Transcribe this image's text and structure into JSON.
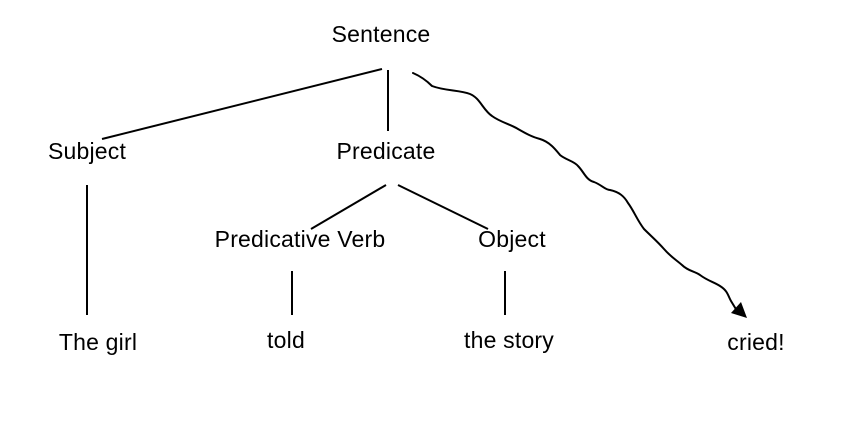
{
  "nodes": {
    "sentence": "Sentence",
    "subject": "Subject",
    "predicate": "Predicate",
    "predicative_verb": "Predicative Verb",
    "object": "Object",
    "the_girl": "The girl",
    "told": "told",
    "the_story": "the story",
    "cried": "cried!"
  }
}
